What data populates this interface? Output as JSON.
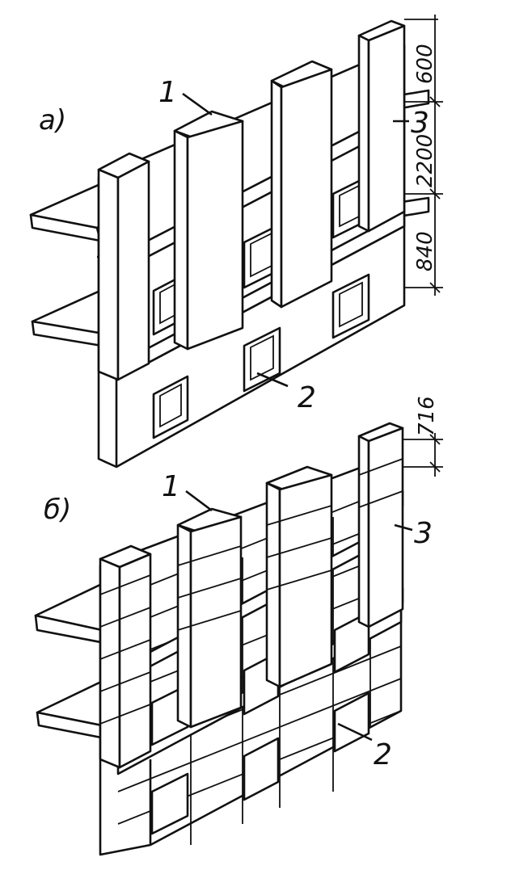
{
  "figure": {
    "variant_a_label": "а)",
    "variant_b_label": "б)",
    "callout_1": "1",
    "callout_2": "2",
    "callout_3": "3",
    "dimensions_a": [
      "600",
      "2200",
      "840"
    ],
    "dimension_b": "716"
  },
  "colors": {
    "ink": "#111111",
    "paper": "#ffffff"
  }
}
